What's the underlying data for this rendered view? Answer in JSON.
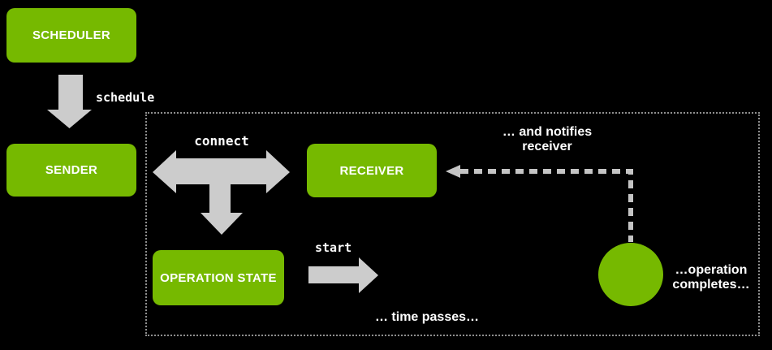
{
  "colors": {
    "background": "#000000",
    "node_green": "#76B900",
    "arrow_gray": "#CCCCCC",
    "dashed_arrow_gray": "#C4C4C4",
    "dotted_border_gray": "#8F8F8F",
    "text_white": "#FFFFFF"
  },
  "nodes": {
    "scheduler": {
      "label": "SCHEDULER"
    },
    "sender": {
      "label": "SENDER"
    },
    "receiver": {
      "label": "RECEIVER"
    },
    "operation_state": {
      "label": "OPERATION STATE"
    }
  },
  "edges": {
    "schedule": {
      "label": "schedule"
    },
    "connect": {
      "label": "connect"
    },
    "start": {
      "label": "start"
    }
  },
  "annotations": {
    "notifies": {
      "line1": "… and notifies",
      "line2": "receiver"
    },
    "time_passes": "… time passes…",
    "completes": {
      "line1": "…operation",
      "line2": "completes…"
    }
  },
  "icons": {
    "schedule_arrow": "down-arrow",
    "connect_arrow": "three-way-double-arrow",
    "start_arrow": "right-arrow",
    "notify_arrow": "dashed-elbow-arrow-left",
    "completion_marker": "filled-circle"
  }
}
